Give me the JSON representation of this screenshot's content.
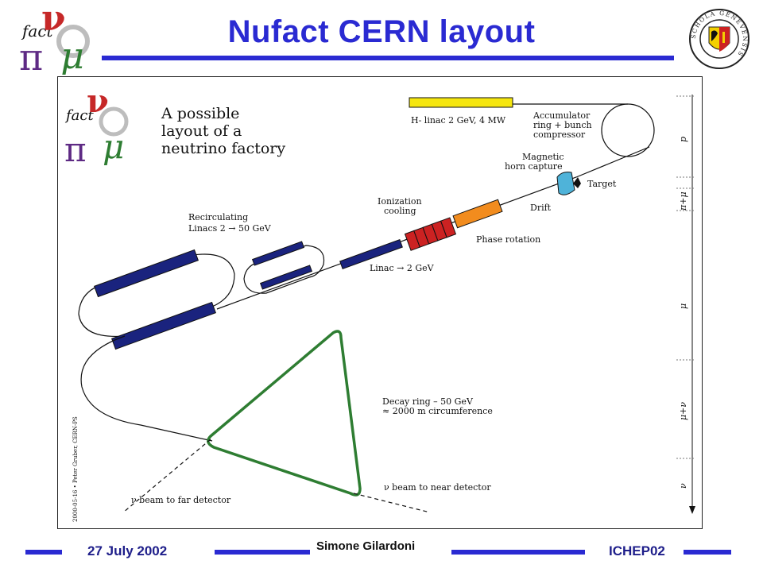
{
  "header": {
    "title": "Nufact CERN layout",
    "logo_letters": [
      "fact",
      "ν",
      "π",
      "μ"
    ],
    "seal_text": "SCHOLA GENEVENSIS"
  },
  "diagram": {
    "heading_lines": [
      "A possible",
      "layout of a",
      "neutrino factory"
    ],
    "labels": {
      "h_linac": "H- linac 2 GeV, 4 MW",
      "accumulator": [
        "Accumulator",
        "ring + bunch",
        "compressor"
      ],
      "magnetic_horn": [
        "Magnetic",
        "horn capture"
      ],
      "target": "Target",
      "drift": "Drift",
      "ionization": [
        "Ionization",
        "cooling"
      ],
      "phase_rotation": "Phase rotation",
      "linac": "Linac → 2 GeV",
      "recirculating": [
        "Recirculating",
        "Linacs 2 → 50 GeV"
      ],
      "decay_ring": [
        "Decay ring – 50 GeV",
        "≈ 2000 m circumference"
      ],
      "far_beam": "ν beam to far detector",
      "near_beam": "ν beam to near detector",
      "credit": "2000-05-16 • Peter Gruber, CERN-PS"
    },
    "scale_labels": [
      "p",
      "π+μ",
      "μ",
      "μ+ν",
      "ν"
    ],
    "colors": {
      "linac_blue": "#1a237e",
      "decay_ring_green": "#2e7d32",
      "h_linac_yellow": "#f5e60f",
      "cooling_red": "#cc2222",
      "phase_orange": "#f28c1e",
      "horn_cyan": "#4fb3d9"
    }
  },
  "footer": {
    "date": "27 July 2002",
    "author": "Simone Gilardoni",
    "conference": "ICHEP02"
  }
}
